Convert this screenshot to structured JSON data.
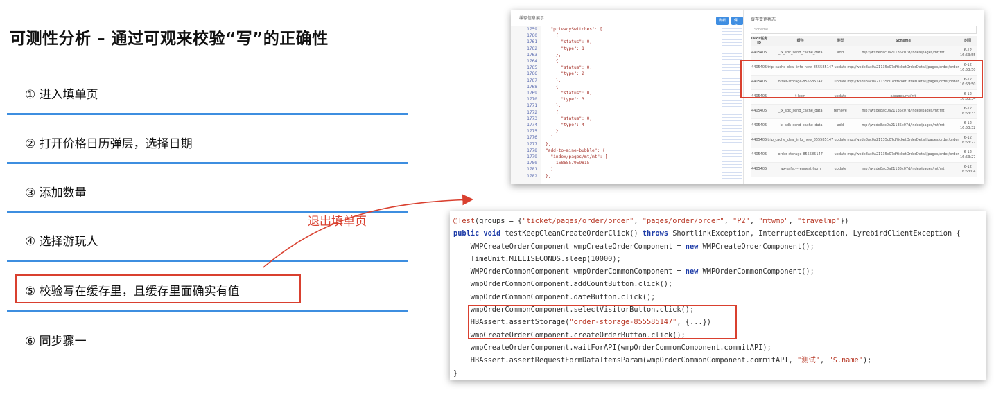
{
  "title": "可测性分析 – 通过可观来校验“写”的正确性",
  "steps": [
    {
      "label": "①  进入填单页"
    },
    {
      "label": "②  打开价格日历弹层，选择日期"
    },
    {
      "label": "③   添加数量"
    },
    {
      "label": "④   选择游玩人"
    },
    {
      "label": "⑤  校验写在缓存里，且缓存里面确实有值"
    },
    {
      "label": "⑥  同步骤一"
    }
  ],
  "exit_label": "退出填单页",
  "cache_panel": {
    "left_title": "缓存信息展示",
    "buttons": {
      "refresh": "刷新",
      "save": "保存"
    },
    "right_title": "缓存变更状态",
    "search_placeholder": "Scheme",
    "code_line_numbers": [
      "1759",
      "1760",
      "1761",
      "1762",
      "1763",
      "1764",
      "1765",
      "1766",
      "1767",
      "1768",
      "1769",
      "1770",
      "1771",
      "1772",
      "1773",
      "1774",
      "1775",
      "1776",
      "1777",
      "1778",
      "1779",
      "1780",
      "1781",
      "1782"
    ],
    "code_lines": [
      "  \"privacySwitches\": [",
      "    {",
      "      \"status\": 0,",
      "      \"type\": 1",
      "    },",
      "    {",
      "      \"status\": 0,",
      "      \"type\": 2",
      "    },",
      "    {",
      "      \"status\": 0,",
      "      \"type\": 3",
      "    },",
      "    {",
      "      \"status\": 0,",
      "      \"type\": 4",
      "    }",
      "  ]",
      "},",
      "\"add-to-mine-bubble\": {",
      "  \"index/pages/mt/mt\": [",
      "    1686557959815",
      "  ]",
      "},"
    ],
    "columns": [
      "Talos任务ID",
      "缓存",
      "类型",
      "Scheme",
      "时间"
    ],
    "rows": [
      {
        "id": "4405405",
        "cache": "_lx_sdk_send_cache_data",
        "type": "add",
        "scheme": "mp://wxde8ac0a21135c07d/index/pages/mt/mt",
        "time": "6-12 16:53:55"
      },
      {
        "id": "4405405",
        "cache": "trip_cache_deal_info_new_855585147",
        "type": "update",
        "scheme": "mp://wxde8ac0a21135c07d/ticketOrderDetail/pages/order/order",
        "time": "6-12 16:53:50"
      },
      {
        "id": "4405405",
        "cache": "order-storage-855585147",
        "type": "update",
        "scheme": "mp://wxde8ac0a21135c07d/ticketOrderDetail/pages/order/order",
        "time": "6-12 16:53:50"
      },
      {
        "id": "4405405",
        "cache": "t-horn",
        "type": "update",
        "scheme": "x/pages/mt/mt",
        "time": "6-12 16:53:34"
      },
      {
        "id": "4405405",
        "cache": "_lx_sdk_send_cache_data",
        "type": "remove",
        "scheme": "mp://wxde8ac0a21135c07d/index/pages/mt/mt",
        "time": "6-12 16:53:33"
      },
      {
        "id": "4405405",
        "cache": "_lx_sdk_send_cache_data",
        "type": "add",
        "scheme": "mp://wxde8ac0a21135c07d/index/pages/mt/mt",
        "time": "6-12 16:53:32"
      },
      {
        "id": "4405405",
        "cache": "trip_cache_deal_info_new_855585147",
        "type": "update",
        "scheme": "mp://wxde8ac0a21135c07d/ticketOrderDetail/pages/order/order",
        "time": "6-12 16:53:27"
      },
      {
        "id": "4405405",
        "cache": "order-storage-855585147",
        "type": "update",
        "scheme": "mp://wxde8ac0a21135c07d/ticketOrderDetail/pages/order/order",
        "time": "6-12 16:53:27"
      },
      {
        "id": "4405405",
        "cache": "wx-safety-request-horn",
        "type": "update",
        "scheme": "mp://wxde8ac0a21135c07d/index/pages/mt/mt",
        "time": "6-12 16:53:04"
      }
    ]
  },
  "code": {
    "annotation": "@Test",
    "groups_prefix": "(groups = {",
    "groups": [
      "\"ticket/pages/order/order\"",
      "\"pages/order/order\"",
      "\"P2\"",
      "\"mtwmp\"",
      "\"travelmp\""
    ],
    "groups_suffix": "})",
    "kw_public": "public",
    "kw_void": "void",
    "method_sig": " testKeepCleanCreateOrderClick() ",
    "kw_throws": "throws",
    "exceptions": " ShortlinkException, InterruptedException, LyrebirdClientException {",
    "l3a": "    WMPCreateOrderComponent wmpCreateOrderComponent = ",
    "kw_new": "new",
    "l3b": " WMPCreateOrderComponent();",
    "l4": "    TimeUnit.MILLISECONDS.sleep(10000);",
    "l5a": "    WMPOrderCommonComponent wmpOrderCommonComponent = ",
    "l5b": " WMPOrderCommonComponent();",
    "l6": "    wmpOrderCommonComponent.addCountButton.click();",
    "l7": "    wmpOrderCommonComponent.dateButton.click();",
    "l8": "    wmpOrderCommonComponent.selectVisitorButton.click();",
    "l9a": "    HBAssert.assertStorage(",
    "l9s": "\"order-storage-855585147\"",
    "l9b": ", {...})",
    "l10": "    wmpCreateOrderComponent.createOrderButton.click();",
    "l11": "    wmpCreateOrderComponent.waitForAPI(wmpOrderCommonComponent.commitAPI);",
    "l12a": "    HBAssert.assertRequestFormDataItemsParam(wmpOrderCommonComponent.commitAPI, ",
    "l12s1": "\"测试\"",
    "l12m": ", ",
    "l12s2": "\"$.name\"",
    "l12b": ");",
    "close": "}"
  },
  "colors": {
    "highlight": "#d9402f",
    "divider": "#3d8ee0"
  }
}
